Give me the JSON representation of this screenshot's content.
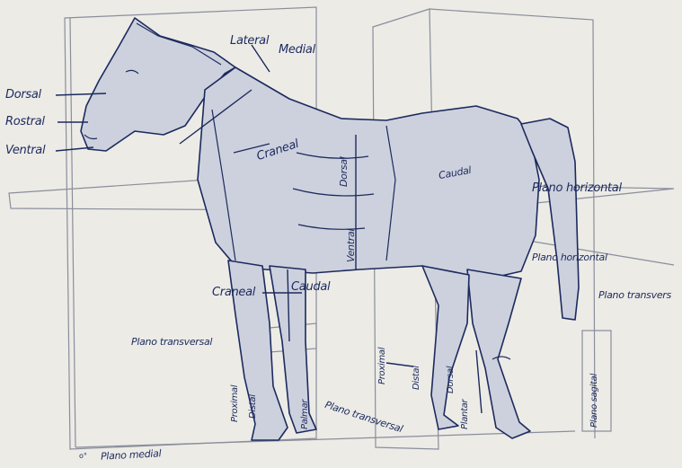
{
  "colors": {
    "background": "#ecebe6",
    "ink": "#1c2a5e",
    "plane_line": "#8a8e9c",
    "horse_fill": "#cdd1dd"
  },
  "labels": {
    "dorsal_head": "Dorsal",
    "rostral": "Rostral",
    "ventral_head": "Ventral",
    "lateral": "Lateral",
    "medial": "Medial",
    "craneal_body": "Craneal",
    "dorsal_body": "Dorsal",
    "ventral_body": "Ventral",
    "caudal_rump": "Caudal",
    "plano_horizontal_top": "Plano horizontal",
    "plano_horizontal_low": "Plano horizontal",
    "plano_transversal_right": "Plano transvers",
    "craneal_leg": "Craneal",
    "caudal_leg": "Caudal",
    "plano_transversal_left": "Plano transversal",
    "proximal_front": "Proximal",
    "distal_front": "Distal",
    "palmar": "Palmar",
    "plano_transversal_center": "Plano transversal",
    "proximal_center": "Proximal",
    "distal_center": "Distal",
    "dorsal_hind": "Dorsal",
    "plantar": "Plantar",
    "plano_sagital": "Plano sagital",
    "plano_medial": "Plano medial"
  }
}
